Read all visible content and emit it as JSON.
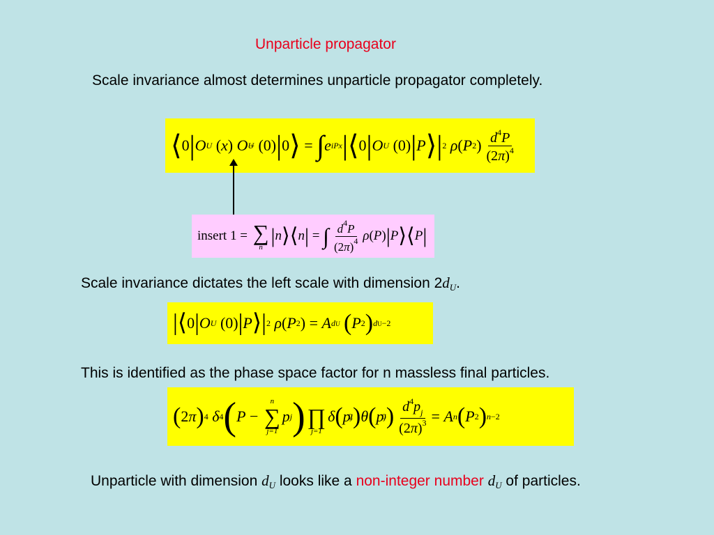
{
  "slide": {
    "title": "Unparticle propagator",
    "line1": "Scale invariance almost determines unparticle propagator completely.",
    "line2_prefix": "Scale invariance dictates the left scale with dimension 2",
    "line2_var": "d",
    "line2_sub": "U",
    "line2_suffix": ".",
    "line3": "This is identified as the phase space factor for n massless final particles.",
    "line4_prefix": "Unparticle with dimension ",
    "line4_var": "d",
    "line4_sub": "U",
    "line4_mid": " looks like a ",
    "line4_highlight": "non-integer number",
    "line4_var2": "d",
    "line4_sub2": "U",
    "line4_suffix": " of particles."
  },
  "equations": {
    "eq1": "⟨0|O_U(x) O_U^+(0)|0⟩ = ∫ e^{iPx} |⟨0|O_U(0)|P⟩|² ρ(P²) d⁴P/(2π)⁴",
    "insert": "insert 1 = Σ_n |n⟩⟨n| = ∫ d⁴P/(2π)⁴ ρ(P) |P⟩⟨P|",
    "eq2": "|⟨0|O_U(0)|P⟩|² ρ(P²) = A_{d_U} (P²)^{d_U − 2}",
    "eq3": "(2π)⁴ δ⁴(P − Σ_{j=1}^{n} p_j) Π_{j=1} δ(p_j²) θ(p_j⁰) d⁴p_j/(2π)³ = A_n (P²)^{n−2}"
  },
  "colors": {
    "background": "#bfe3e6",
    "title": "#e8001c",
    "highlight": "#e8001c",
    "equation_box": "#ffff00",
    "insert_box": "#ffccff"
  }
}
